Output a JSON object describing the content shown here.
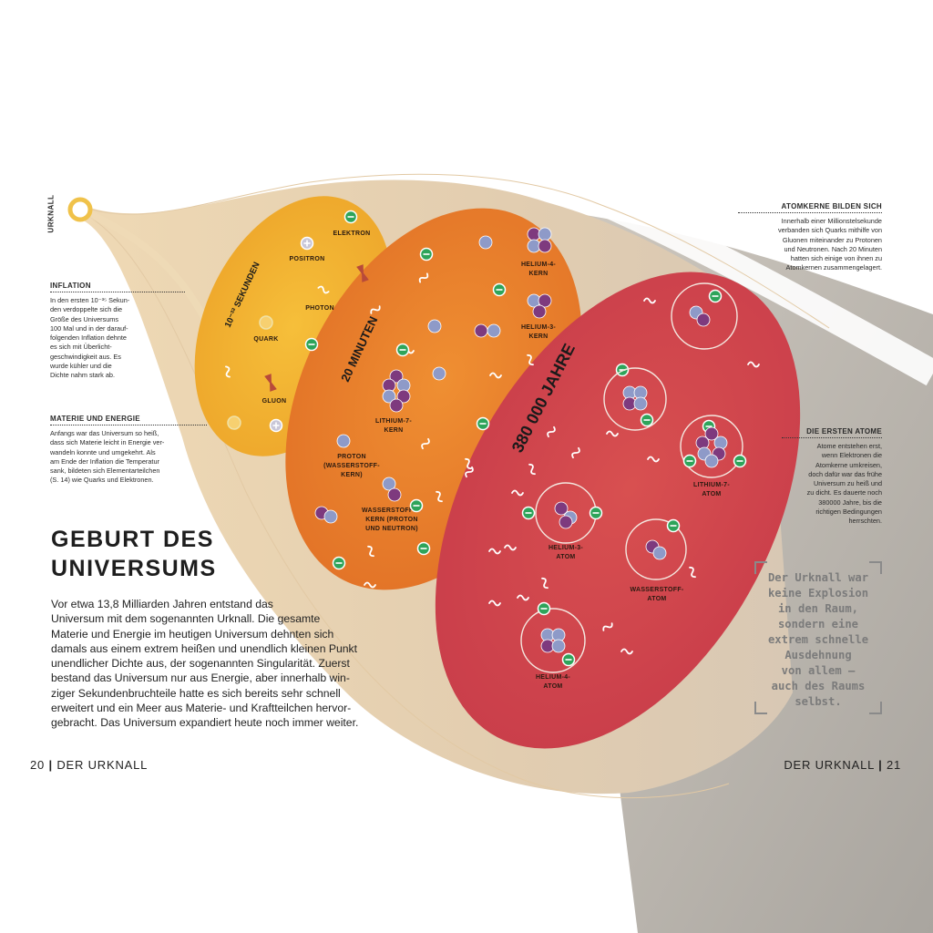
{
  "side_label": "URKNALL",
  "boxes": {
    "inflation": {
      "title": "INFLATION",
      "lines": [
        "In den ersten 10⁻³⁵ Sekun-",
        "den verdoppelte sich die",
        "Größe des Universums",
        "100 Mal und in der darauf-",
        "folgenden Inflation dehnte",
        "es sich mit Überlicht-",
        "geschwindigkeit aus. Es",
        "wurde kühler und die",
        "Dichte nahm stark ab."
      ]
    },
    "materie": {
      "title": "MATERIE UND ENERGIE",
      "lines": [
        "Anfangs war das Universum so heiß,",
        "dass sich Materie leicht in Energie ver-",
        "wandeln konnte und umgekehrt. Als",
        "am Ende der Inflation die Temperatur",
        "sank, bildeten sich Elementarteilchen",
        "(S. 14) wie Quarks und Elektronen."
      ]
    },
    "atomkerne": {
      "title": "ATOMKERNE BILDEN SICH",
      "lines": [
        "Innerhalb einer Millionstelsekunde",
        "verbanden sich Quarks mithilfe von",
        "Gluonen miteinander zu Protonen",
        "und Neutronen. Nach 20 Minuten",
        "hatten sich einige von ihnen zu",
        "Atomkernen zusammengelagert."
      ]
    },
    "atome": {
      "title": "DIE ERSTEN ATOME",
      "lines": [
        "Atome entstehen erst,",
        "wenn Elektronen die",
        "Atomkerne umkreisen,",
        "doch dafür war das frühe",
        "Universum zu heiß und",
        "zu dicht. Es dauerte noch",
        "380000 Jahre, bis die",
        "richtigen Bedingungen",
        "herrschten."
      ]
    }
  },
  "headline": [
    "GEBURT DES",
    "UNIVERSUMS"
  ],
  "body_lines": [
    "Vor etwa 13,8 Milliarden Jahren entstand das",
    "Universum mit dem sogenannten Urknall. Die gesamte",
    "Materie und Energie im heutigen Universum dehnten sich",
    "damals aus einem extrem heißen und unendlich kleinen Punkt",
    "unendlicher Dichte aus, der sogenannten Singularität. Zuerst",
    "bestand das Universum nur aus Energie, aber innerhalb win-",
    "ziger Sekundenbruchteile hatte es sich bereits sehr schnell",
    "erweitert und ein Meer aus Materie- und Kraftteilchen hervor-",
    "gebracht. Das Universum expandiert heute noch immer weiter."
  ],
  "quote_lines": [
    "Der Urknall war",
    "keine Explosion",
    "in den Raum,",
    "sondern eine",
    "extrem schnelle",
    "Ausdehnung",
    "von allem –",
    "auch des Raums",
    "selbst."
  ],
  "footer_left": {
    "page": "20",
    "section": "DER URKNALL"
  },
  "footer_right": {
    "section": "DER URKNALL",
    "page": "21"
  },
  "diagram": {
    "epochs": [
      {
        "label": "10⁻³² SEKUNDEN",
        "color": "#f2b232"
      },
      {
        "label": "20 MINUTEN",
        "color": "#ec8a2c"
      },
      {
        "label": "380 000 JAHRE",
        "color": "#d84c4c"
      }
    ],
    "labels_epoch1": [
      "ELEKTRON",
      "POSITRON",
      "PHOTON",
      "QUARK",
      "GLUON"
    ],
    "labels_epoch2": {
      "he4_kern": [
        "HELIUM-4-",
        "KERN"
      ],
      "he3_kern": [
        "HELIUM-3-",
        "KERN"
      ],
      "li7_kern": [
        "LITHIUM-7-",
        "KERN"
      ],
      "proton": [
        "PROTON",
        "(WASSERSTOFF-",
        "KERN)"
      ],
      "h2_kern": [
        "WASSERSTOFF-2-",
        "KERN (PROTON",
        "UND NEUTRON)"
      ]
    },
    "labels_epoch3": {
      "li7_atom": [
        "LITHIUM-7-",
        "ATOM"
      ],
      "he3_atom": [
        "HELIUM-3-",
        "ATOM"
      ],
      "h_atom": [
        "WASSERSTOFF-",
        "ATOM"
      ],
      "he4_atom": [
        "HELIUM-4-",
        "ATOM"
      ]
    },
    "colors": {
      "proton": "#7e3a7e",
      "neutron": "#8e9ac8",
      "electron": "#2ea45a",
      "cone": "#e6d2b2",
      "grey": "#b6b1a8"
    }
  }
}
